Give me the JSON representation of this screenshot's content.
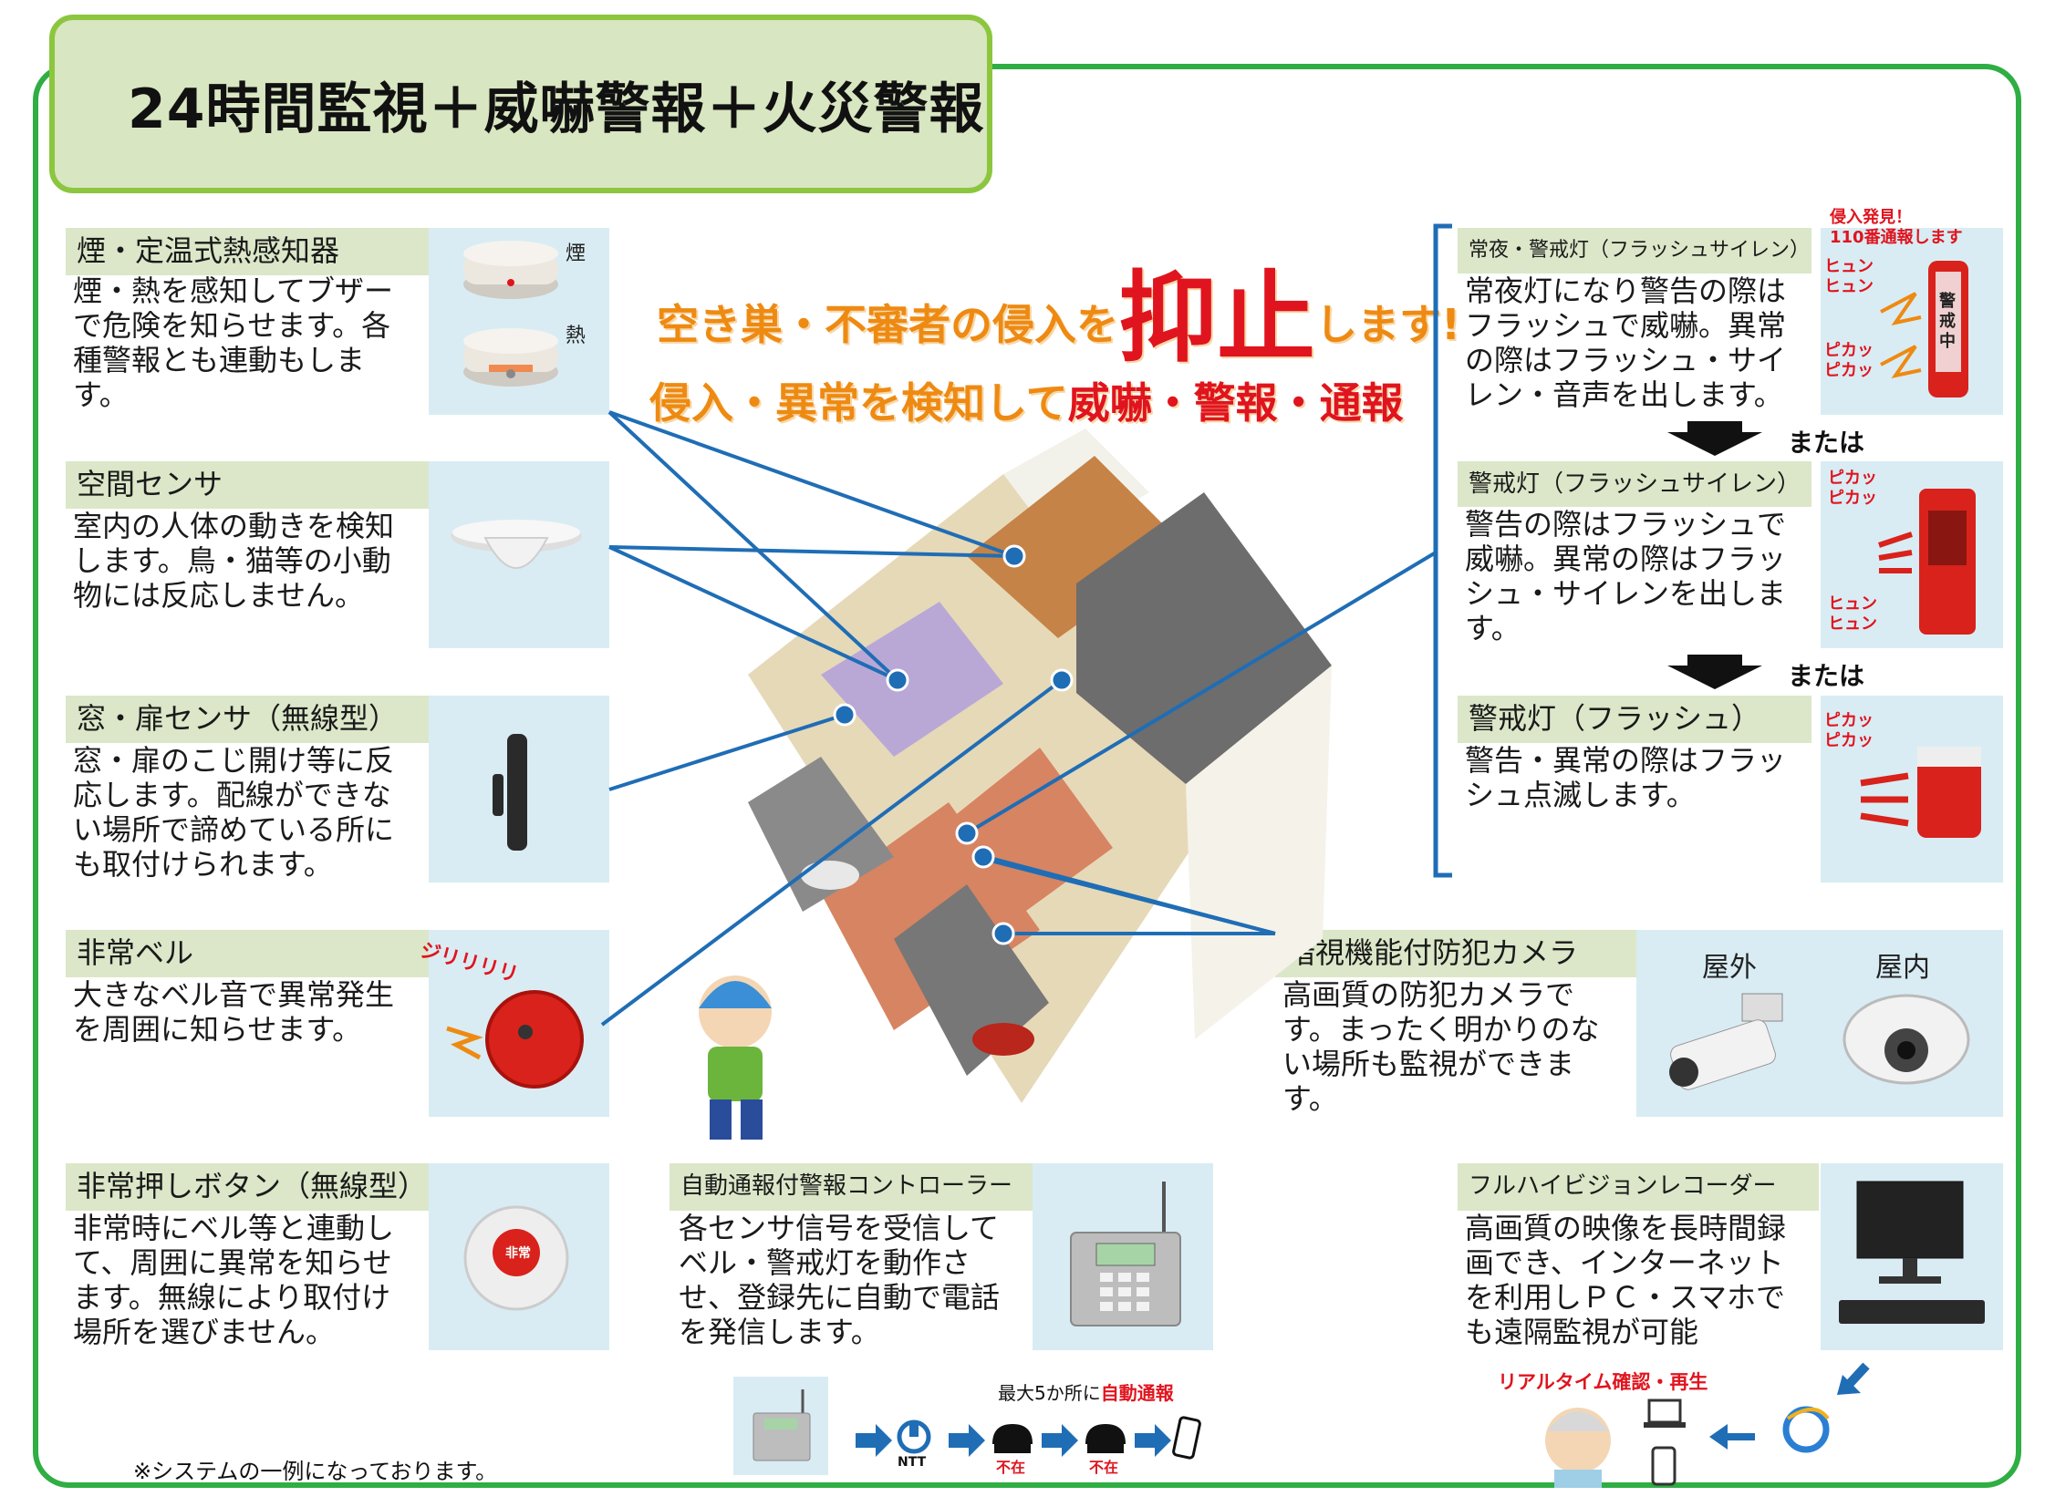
{
  "title": "24時間監視＋威嚇警報＋火災警報",
  "tagline1": {
    "pre": "空き巣・不審者の侵入を",
    "big": "抑止",
    "post": "します!"
  },
  "tagline2": {
    "pre": "侵入・異常を検知して",
    "red": "威嚇・警報・通報"
  },
  "devices": {
    "smoke": {
      "label": "煙・定温式熱感知器",
      "text": [
        "煙・熱を感知してブザー",
        "で危険を知らせます。各",
        "種警報とも連動もしま",
        "す。"
      ],
      "tag_smoke": "煙",
      "tag_heat": "熱"
    },
    "space": {
      "label": "空間センサ",
      "text": [
        "室内の人体の動きを検知",
        "します。鳥・猫等の小動",
        "物には反応しません。"
      ]
    },
    "window": {
      "label": "窓・扉センサ（無線型）",
      "text": [
        "窓・扉のこじ開け等に反",
        "応します。配線ができな",
        "い場所で諦めている所に",
        "も取付けられます。"
      ]
    },
    "bell": {
      "label": "非常ベル",
      "text": [
        "大きなベル音で異常発生",
        "を周囲に知らせます。"
      ],
      "sfx": "ジリリリリ"
    },
    "button": {
      "label": "非常押しボタン（無線型）",
      "text": [
        "非常時にベル等と連動し",
        "て、周囲に異常を知らせ",
        "ます。無線により取付け",
        "場所を選びません。"
      ],
      "device_text": "非常"
    },
    "controller": {
      "label": "自動通報付警報コントローラー",
      "text": [
        "各センサ信号を受信して",
        "ベル・警戒灯を動作さ",
        "せ、登録先に自動で電話",
        "を発信します。"
      ]
    },
    "recorder": {
      "label": "フルハイビジョンレコーダー",
      "text": [
        "高画質の映像を長時間録",
        "画でき、インターネット",
        "を利用しＰＣ・スマホで",
        "も遠隔監視が可能"
      ]
    },
    "camera": {
      "label": "暗視機能付防犯カメラ",
      "text": [
        "高画質の防犯カメラで",
        "す。まったく明かりのな",
        "い場所も監視ができま",
        "す。"
      ],
      "outdoor": "屋外",
      "indoor": "屋内"
    },
    "light1": {
      "label": "常夜・警戒灯（フラッシュサイレン）",
      "text": [
        "常夜灯になり警告の際は",
        "フラッシュで威嚇。異常",
        "の際はフラッシュ・サイ",
        "レン・音声を出します。"
      ],
      "sfx_top": [
        "侵入発見！",
        "110番通報します"
      ],
      "sfx_a": [
        "ヒュン",
        "ヒュン"
      ],
      "sfx_b": [
        "ピカッ",
        "ピカッ"
      ],
      "device_text": "警戒中"
    },
    "light2": {
      "label": "警戒灯（フラッシュサイレン）",
      "text": [
        "警告の際はフラッシュで",
        "威嚇。異常の際はフラッ",
        "シュ・サイレンを出しま",
        "す。"
      ],
      "sfx_a": [
        "ピカッ",
        "ピカッ"
      ],
      "sfx_b": [
        "ヒュン",
        "ヒュン"
      ]
    },
    "light3": {
      "label": "警戒灯（フラッシュ）",
      "text": [
        "警告・異常の際はフラッ",
        "シュ点滅します。"
      ],
      "sfx": [
        "ピカッ",
        "ピカッ"
      ]
    }
  },
  "or_label": "または",
  "notify": {
    "caption_pre": "最大5か所に",
    "caption_red": "自動通報",
    "ntt": "NTT",
    "absent1": "不在",
    "absent2": "不在"
  },
  "realtime": "リアルタイム確認・再生",
  "footnote": "※システムの一例になっております。",
  "colors": {
    "frame": "#2fae43",
    "title_bg": "#d8e6c1",
    "label_bg": "#dbe7c8",
    "image_bg": "#d9ecf4",
    "accent_red": "#e0141e",
    "accent_orange": "#ee8a12",
    "line_blue": "#1f6db5"
  }
}
